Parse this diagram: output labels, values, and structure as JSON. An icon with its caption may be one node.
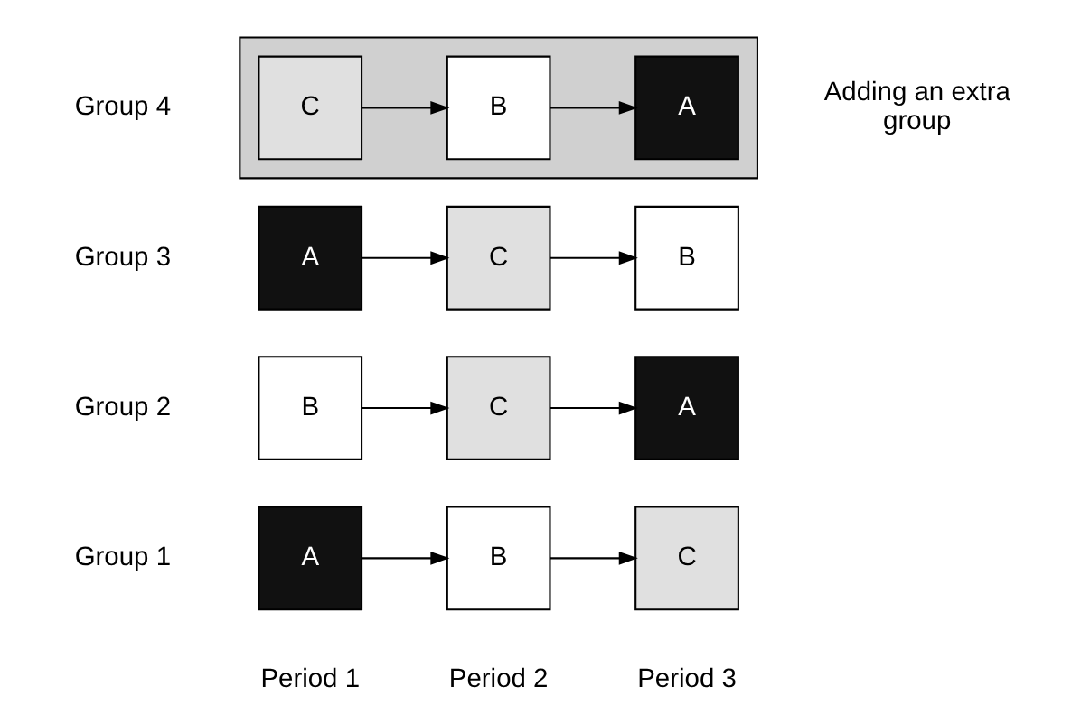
{
  "diagram": {
    "nodes": [
      {
        "text": [
          "A"
        ]
      },
      {
        "text": [
          "B"
        ]
      },
      {
        "text": [
          "C"
        ]
      },
      {
        "text": [
          "B"
        ]
      },
      {
        "text": [
          "C"
        ]
      },
      {
        "text": [
          "A"
        ]
      },
      {
        "text": [
          "A"
        ]
      },
      {
        "text": [
          "C"
        ]
      },
      {
        "text": [
          "B"
        ]
      },
      {
        "text": [],
        "shape": "box",
        "beside": [
          "Adding an extra group"
        ]
      },
      {
        "text": [
          "C"
        ],
        "in": 9
      },
      {
        "text": [
          "B"
        ],
        "in": 9
      },
      {
        "text": [
          "A"
        ],
        "in": 9
      }
    ],
    "edges": [
      {
        "from": 0,
        "to": 1,
        "arrow": "to"
      },
      {
        "from": 1,
        "to": 2,
        "arrow": "to"
      },
      {
        "from": 3,
        "to": 4,
        "arrow": "to"
      },
      {
        "from": 4,
        "to": 5,
        "arrow": "to"
      },
      {
        "from": 6,
        "to": 7,
        "arrow": "to"
      },
      {
        "from": 7,
        "to": 8,
        "arrow": "to"
      },
      {
        "from": 10,
        "to": 11,
        "arrow": "to"
      },
      {
        "from": 11,
        "to": 12,
        "arrow": "to"
      }
    ],
    "labels": [
      "Period 1",
      "Period 2",
      "Period 3",
      "Group 1",
      "Group 2",
      "Group 3",
      "Group 4"
    ]
  }
}
